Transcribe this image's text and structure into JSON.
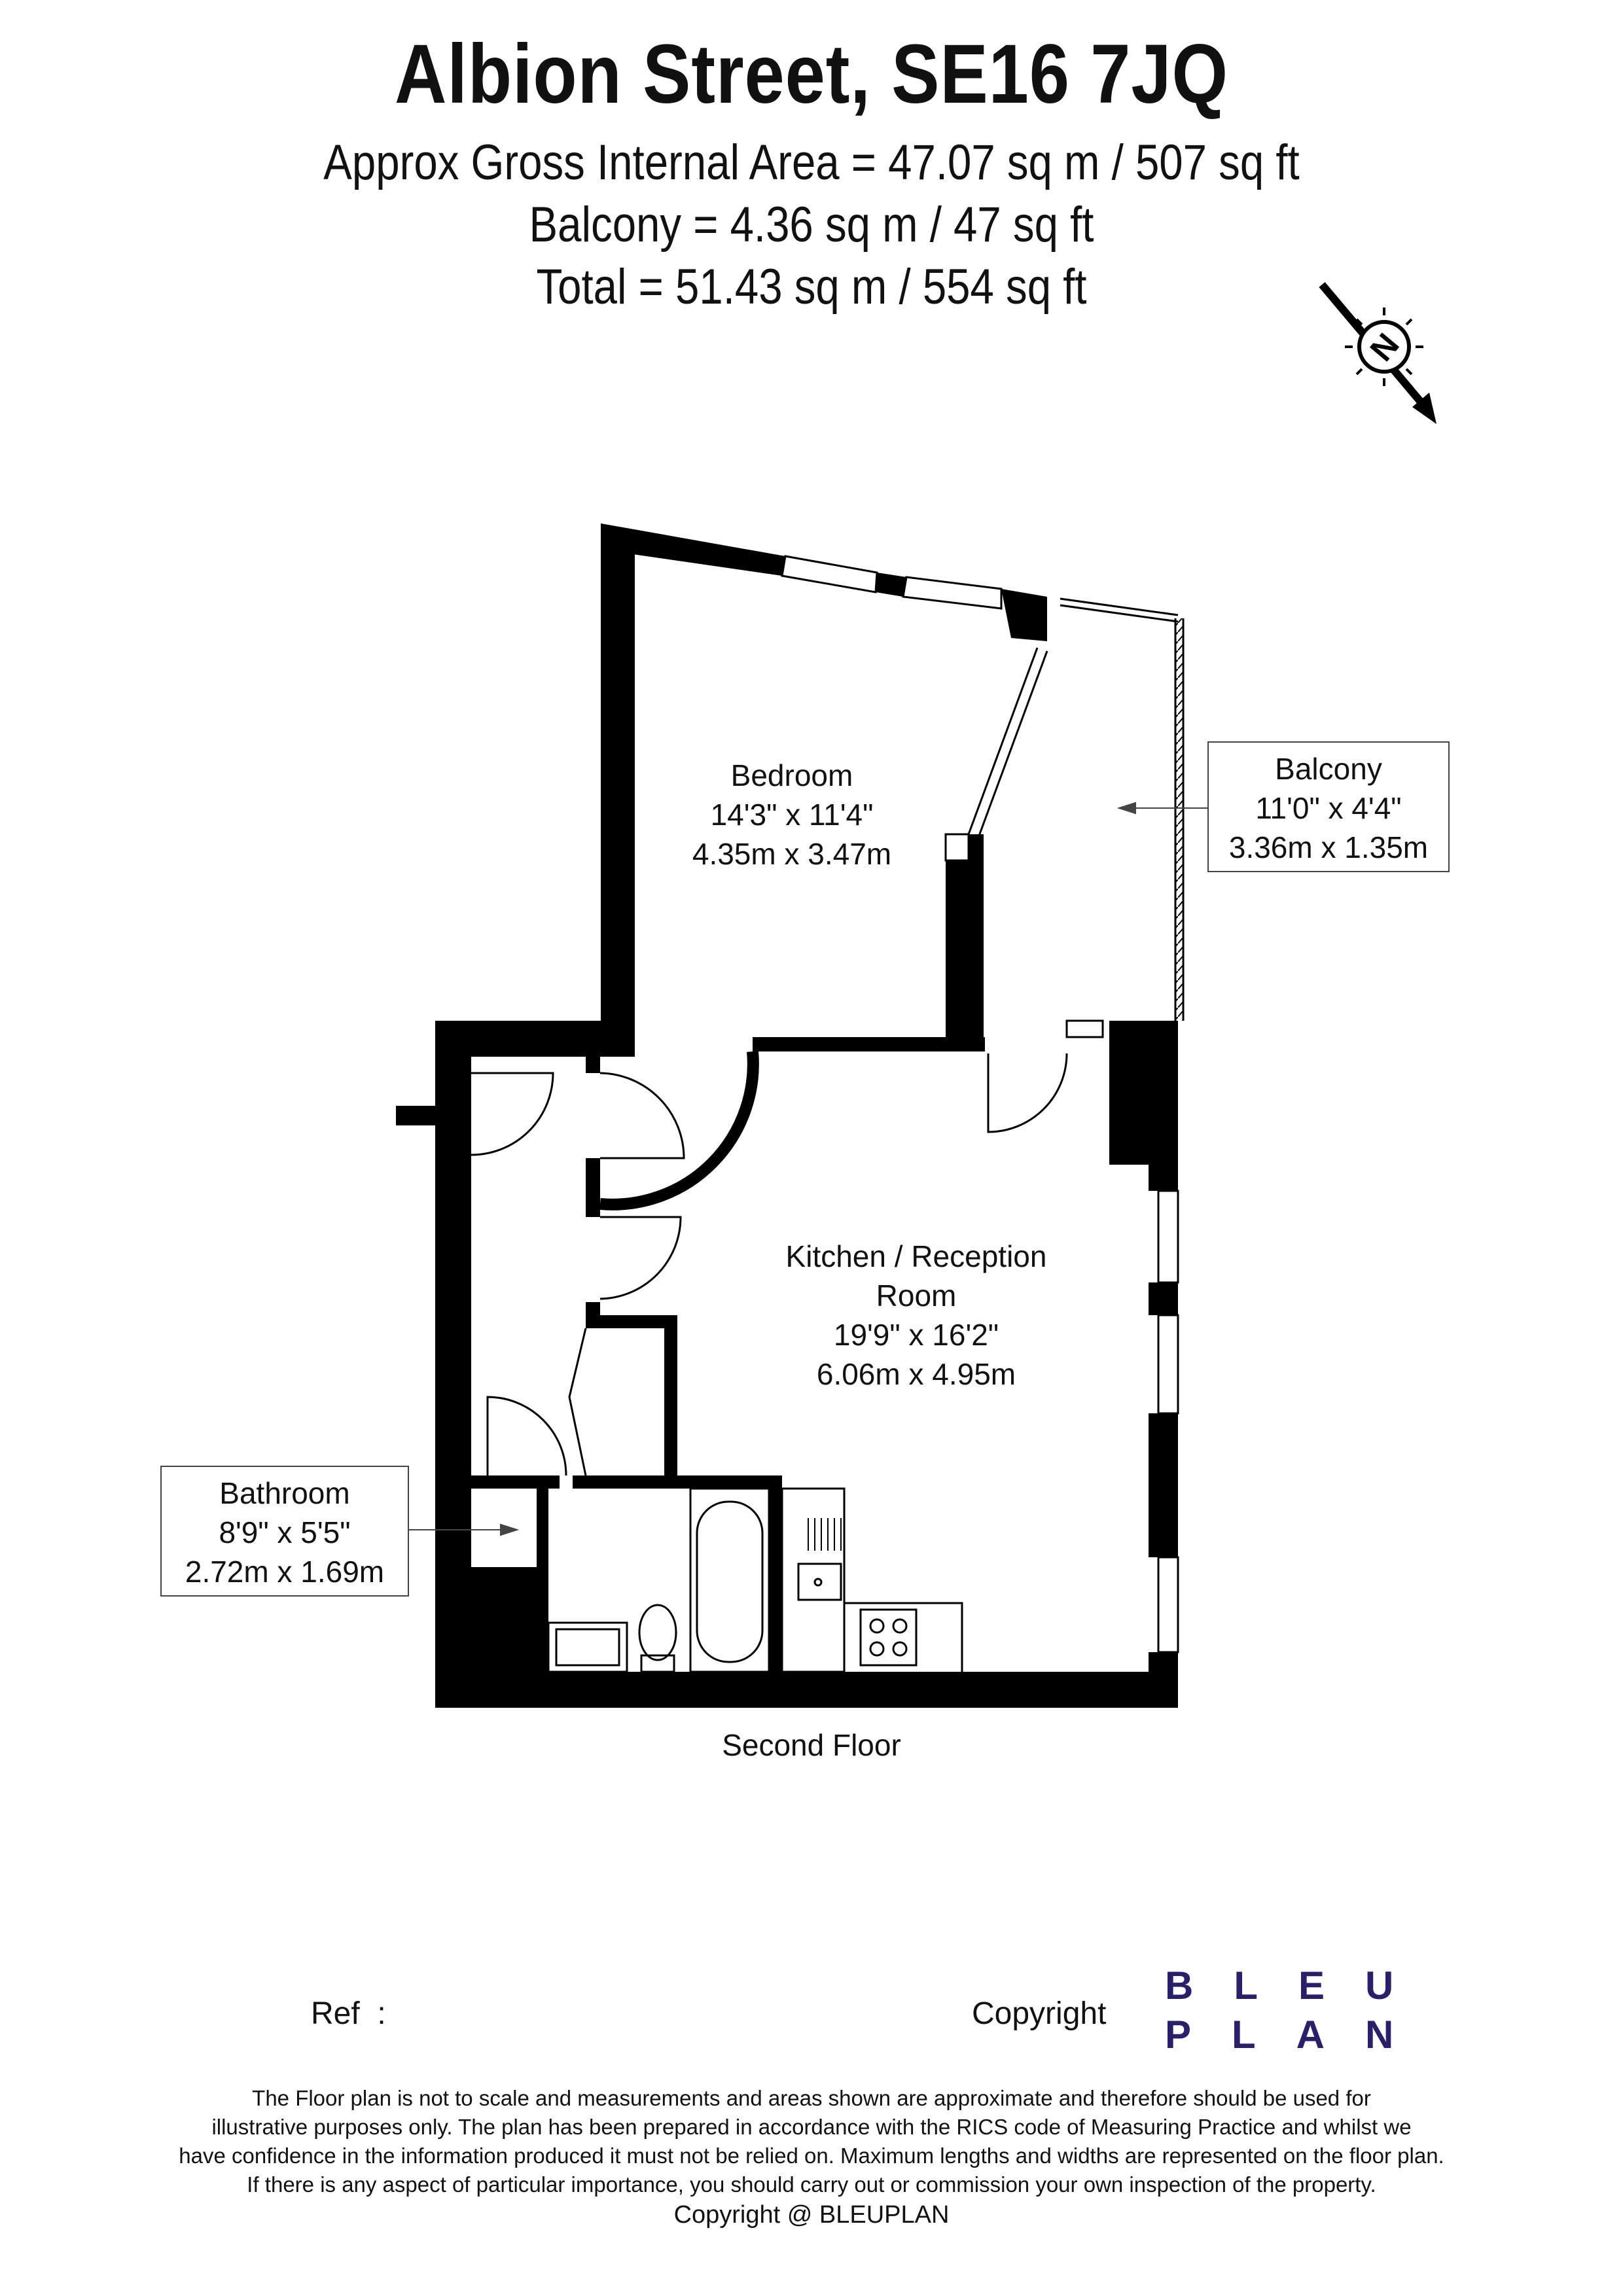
{
  "header": {
    "title": "Albion Street, SE16 7JQ",
    "areas": [
      "Approx Gross Internal Area = 47.07 sq m / 507 sq ft",
      "Balcony = 4.36 sq m / 47 sq ft",
      "Total = 51.43 sq m / 554 sq ft"
    ]
  },
  "compass": {
    "letter": "N",
    "icon": "north-arrow-icon"
  },
  "rooms": {
    "bedroom": {
      "name": "Bedroom",
      "imperial": "14'3\" x 11'4\"",
      "metric": "4.35m x 3.47m"
    },
    "kitchen": {
      "name_line1": "Kitchen / Reception",
      "name_line2": "Room",
      "imperial": "19'9\" x 16'2\"",
      "metric": "6.06m x 4.95m"
    },
    "balcony": {
      "name": "Balcony",
      "imperial": "11'0\" x 4'4\"",
      "metric": "3.36m x 1.35m"
    },
    "bathroom": {
      "name": "Bathroom",
      "imperial": "8'9\" x 5'5\"",
      "metric": "2.72m x 1.69m"
    }
  },
  "floor_name": "Second Floor",
  "footer": {
    "ref_label": "Ref  :",
    "copyright_label": "Copyright",
    "brand_line1": "BLEU",
    "brand_line2": "PLAN",
    "disclaimer": [
      "The Floor plan is not to scale and measurements and areas shown are approximate and therefore should be used for",
      "illustrative purposes only. The plan has been prepared in accordance with the RICS code of Measuring Practice and whilst we",
      "have confidence in the information produced it must not be relied on. Maximum lengths and widths are represented on the floor plan.",
      "If there is any aspect of particular importance, you should carry out or commission your own inspection of the property."
    ],
    "copyright_line": "Copyright @ BLEUPLAN"
  },
  "colors": {
    "wall": "#000000",
    "brand": "#2a1f6b",
    "line": "#444444"
  }
}
